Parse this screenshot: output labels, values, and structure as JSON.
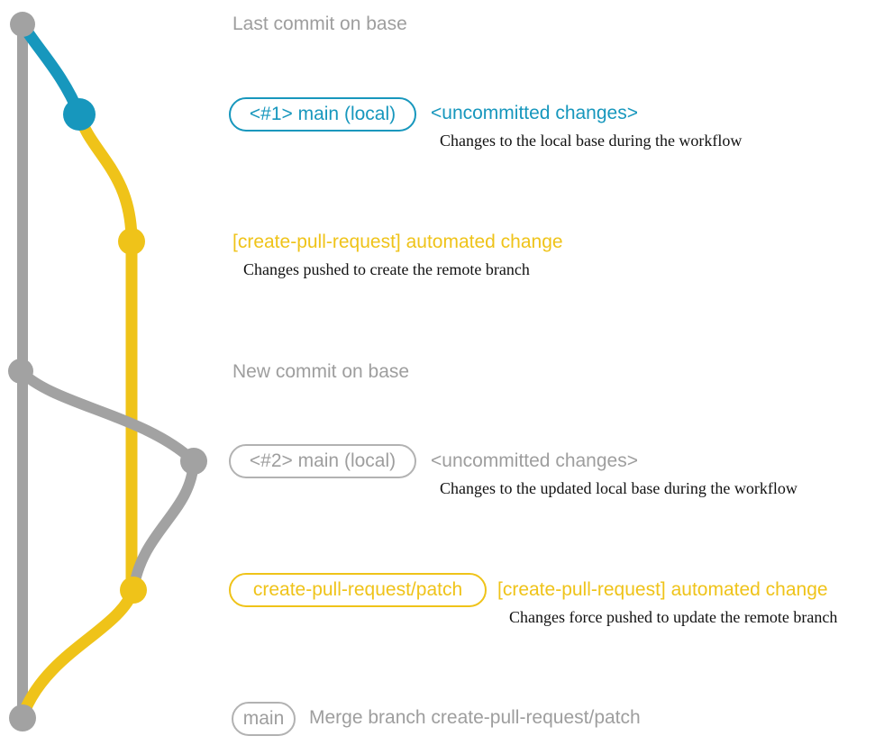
{
  "colors": {
    "gray": "#a2a2a2",
    "blue": "#1797bd",
    "yellow": "#efc319"
  },
  "annotations": {
    "last_commit": {
      "label": "Last commit on base"
    },
    "pr1": {
      "badge": "<#1> main (local)",
      "title": "<uncommitted changes>",
      "desc": "Changes to the local base during the workflow"
    },
    "auto1": {
      "title": "[create-pull-request] automated change",
      "desc": "Changes pushed to create the remote branch"
    },
    "new_commit": {
      "label": "New commit on base"
    },
    "pr2": {
      "badge": "<#2> main (local)",
      "title": "<uncommitted changes>",
      "desc": "Changes to the updated local base during the workflow"
    },
    "auto2": {
      "badge": "create-pull-request/patch",
      "title": "[create-pull-request] automated change",
      "desc": "Changes force pushed to update the remote branch"
    },
    "merge": {
      "badge": "main",
      "label": "Merge branch create-pull-request/patch"
    }
  }
}
